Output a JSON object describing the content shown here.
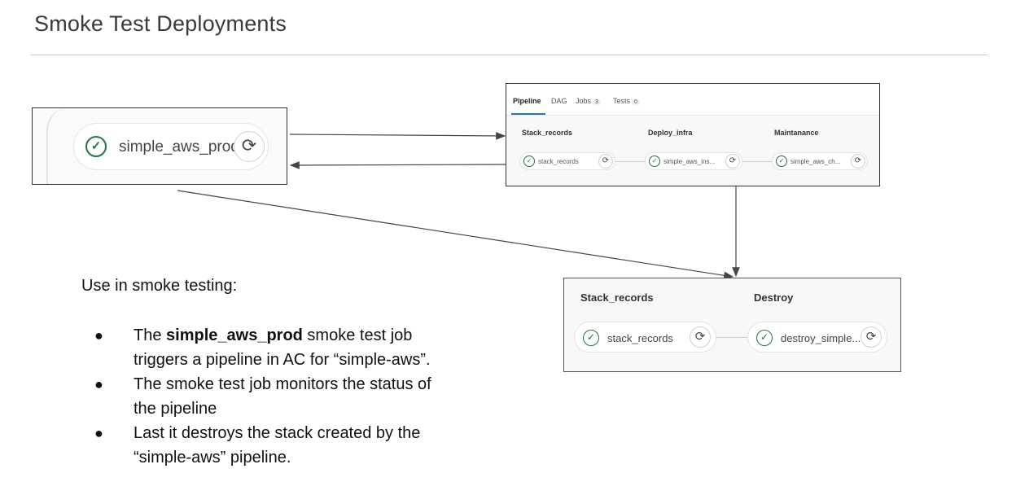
{
  "title": "Smoke Test Deployments",
  "trigger_job": {
    "name": "simple_aws_prod"
  },
  "pipeline_panel": {
    "tabs": [
      {
        "label": "Pipeline"
      },
      {
        "label": "DAG"
      },
      {
        "label": "Jobs",
        "count": "3"
      },
      {
        "label": "Tests",
        "count": "0"
      }
    ],
    "stages": [
      {
        "name": "Stack_records",
        "job": "stack_records"
      },
      {
        "name": "Deploy_infra",
        "job": "simple_aws_ins..."
      },
      {
        "name": "Maintanance",
        "job": "simple_aws_ch..."
      }
    ]
  },
  "destroy_panel": {
    "stages": [
      {
        "name": "Stack_records",
        "job": "stack_records"
      },
      {
        "name": "Destroy",
        "job": "destroy_simple..."
      }
    ]
  },
  "notes": {
    "heading": "Use in smoke testing:",
    "bullets": [
      {
        "prefix": "The ",
        "bold": "simple_aws_prod",
        "line1_rest": " smoke test job",
        "line2": "triggers a pipeline in AC for “simple-aws”."
      },
      {
        "line1": "The smoke test job monitors the status of",
        "line2": "the pipeline"
      },
      {
        "line1": "Last it destroys the stack created by the",
        "line2": "“simple-aws” pipeline."
      }
    ]
  },
  "icons": {
    "status": "check-circle-icon",
    "retry": "retry-icon"
  },
  "colors": {
    "success": "#217645",
    "tab_active": "#1f75cb"
  }
}
